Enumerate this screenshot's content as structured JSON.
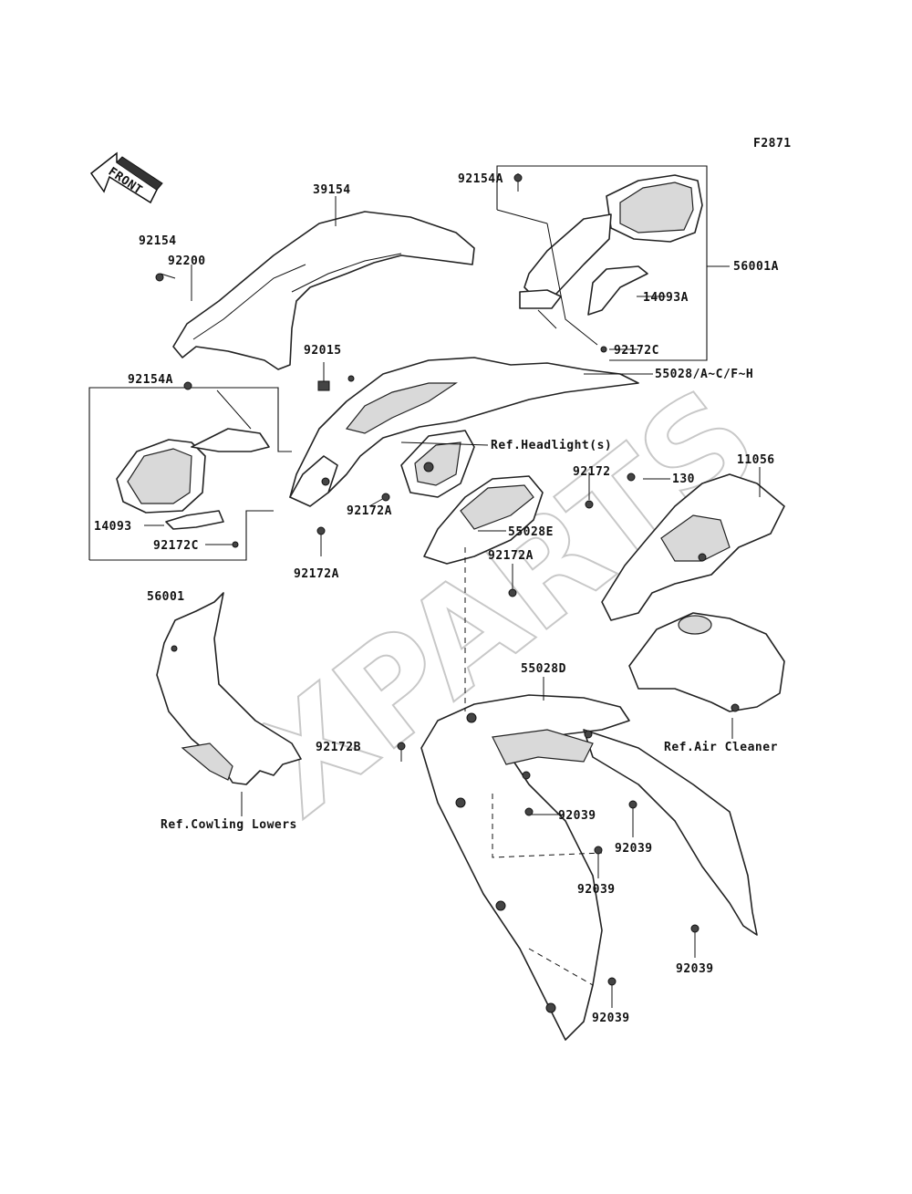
{
  "figure_code": "F2871",
  "front_label": "FRONT",
  "watermark": "XPARTS",
  "labels": {
    "p39154": "39154",
    "p92154": "92154",
    "p92200": "92200",
    "p92154A_top": "92154A",
    "p92154A_left": "92154A",
    "p92015": "92015",
    "p56001A": "56001A",
    "p14093A": "14093A",
    "p92172C_right": "92172C",
    "p55028_group": "55028/A~C/F~H",
    "ref_headlight": "Ref.Headlight(s)",
    "p92172": "92172",
    "p130": "130",
    "p11056": "11056",
    "p55028E": "55028E",
    "p92172A_mid": "92172A",
    "p92172A_right": "92172A",
    "p92172A_left": "92172A",
    "p14093": "14093",
    "p92172C_left": "92172C",
    "p56001": "56001",
    "p55028D": "55028D",
    "p92172B": "92172B",
    "ref_air_cleaner": "Ref.Air Cleaner",
    "ref_cowling_lowers": "Ref.Cowling Lowers",
    "p92039_a": "92039",
    "p92039_b": "92039",
    "p92039_c": "92039",
    "p92039_d": "92039",
    "p92039_e": "92039"
  }
}
